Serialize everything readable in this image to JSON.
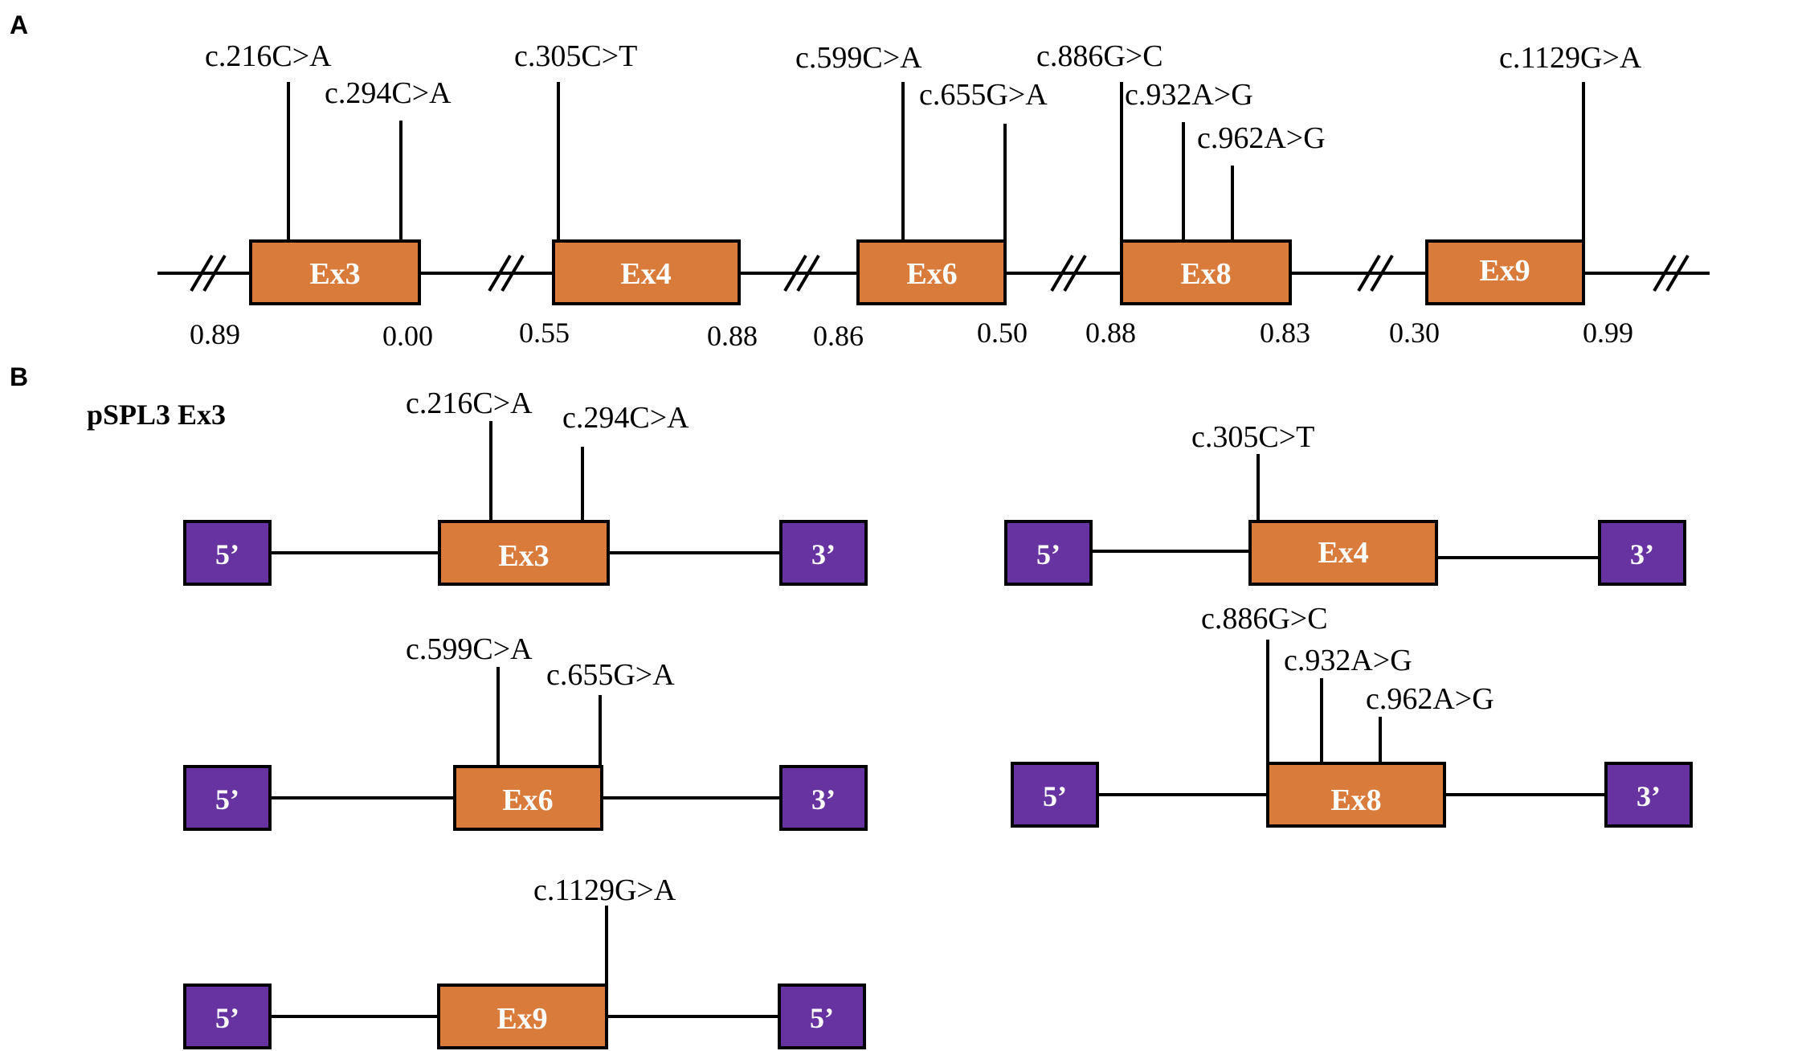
{
  "panels": {
    "a": "A",
    "b": "B"
  },
  "panel_a": {
    "exons": [
      "Ex3",
      "Ex4",
      "Ex6",
      "Ex8",
      "Ex9"
    ],
    "variants": [
      "c.216C>A",
      "c.294C>A",
      "c.305C>T",
      "c.599C>A",
      "c.655G>A",
      "c.886G>C",
      "c.932A>G",
      "c.962A>G",
      "c.1129G>A"
    ],
    "scores": [
      "0.89",
      "0.00",
      "0.55",
      "0.88",
      "0.86",
      "0.50",
      "0.88",
      "0.83",
      "0.30",
      "0.99"
    ]
  },
  "panel_b": {
    "title": "pSPL3 Ex3",
    "constructs": [
      {
        "exon": "Ex3",
        "left": "5’",
        "right": "3’",
        "variants": [
          "c.216C>A",
          "c.294C>A"
        ]
      },
      {
        "exon": "Ex4",
        "left": "5’",
        "right": "3’",
        "variants": [
          "c.305C>T"
        ]
      },
      {
        "exon": "Ex6",
        "left": "5’",
        "right": "3’",
        "variants": [
          "c.599C>A",
          "c.655G>A"
        ]
      },
      {
        "exon": "Ex8",
        "left": "5’",
        "right": "3’",
        "variants": [
          "c.886G>C",
          "c.932A>G",
          "c.962A>G"
        ]
      },
      {
        "exon": "Ex9",
        "left": "5’",
        "right": "5’",
        "variants": [
          "c.1129G>A"
        ]
      }
    ]
  },
  "colors": {
    "exon": "#d97b3b",
    "minigene": "#6633a0",
    "line": "#000000"
  }
}
